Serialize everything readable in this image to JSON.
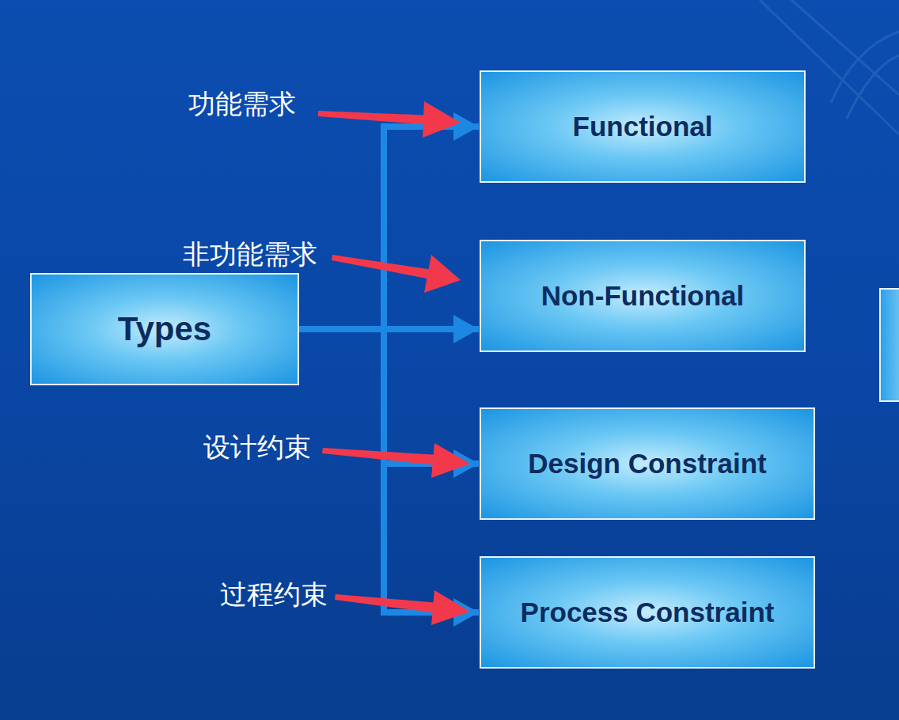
{
  "diagram": {
    "nodes": [
      {
        "text": [
          "Types"
        ]
      },
      {
        "text": [
          "Functional"
        ]
      },
      {
        "text": [
          "Non-Functional"
        ]
      },
      {
        "text": [
          "Design Constraint"
        ]
      },
      {
        "text": [
          "Process Constraint"
        ]
      }
    ],
    "edges": [
      {
        "from": 0,
        "to": 1,
        "arrow": "to"
      },
      {
        "from": 0,
        "to": 2,
        "arrow": "to"
      },
      {
        "from": 0,
        "to": 3,
        "arrow": "to"
      },
      {
        "from": 0,
        "to": 4,
        "arrow": "to"
      }
    ],
    "labels": [
      "功能需求",
      "非功能需求",
      "设计约束",
      "过程约束"
    ]
  }
}
